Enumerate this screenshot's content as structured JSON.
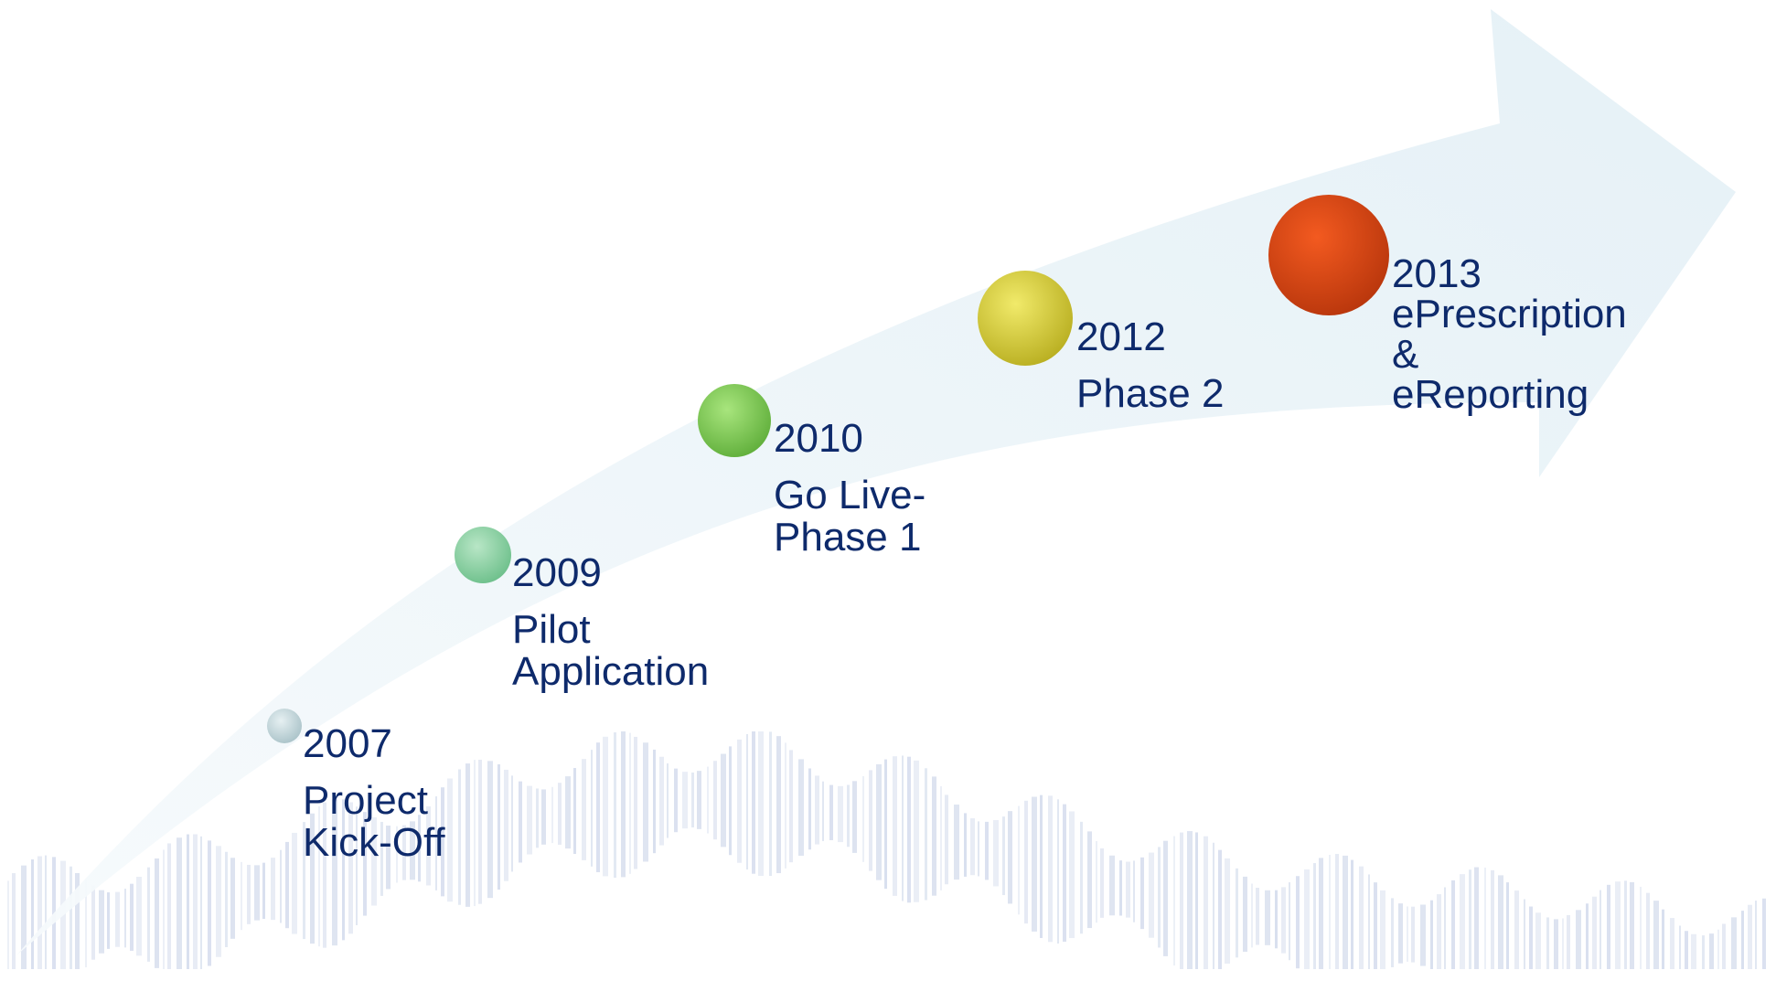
{
  "timeline": {
    "milestones": [
      {
        "id": "2007",
        "year": "2007",
        "label": "Project\nKick-Off",
        "color": "#c2d6dc"
      },
      {
        "id": "2009",
        "year": "2009",
        "label": "Pilot\nApplication",
        "color": "#8fd0a6"
      },
      {
        "id": "2010",
        "year": "2010",
        "label": "Go Live-\nPhase 1",
        "color": "#7fcf55"
      },
      {
        "id": "2012",
        "year": "2012",
        "label": "Phase 2",
        "color": "#dcd23a"
      },
      {
        "id": "2013",
        "year": "2013",
        "label": "ePrescription\n&\neReporting",
        "color": "#e24a12"
      }
    ]
  },
  "colors": {
    "arrow": "#eaf4f8",
    "text": "#0e2a6b",
    "band": "#c9d3e8"
  }
}
